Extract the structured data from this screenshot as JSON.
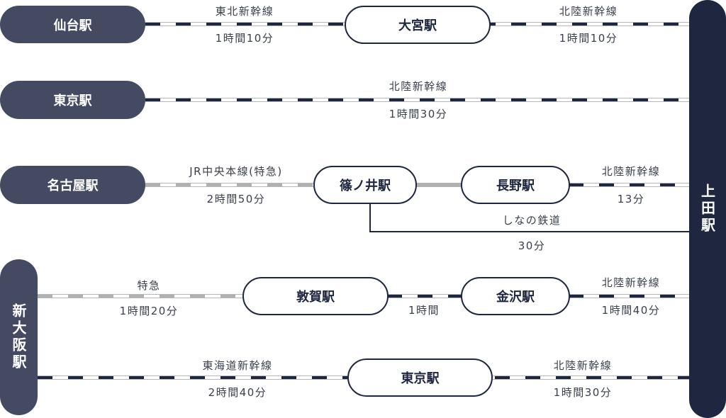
{
  "destination": "上田駅",
  "routes": [
    {
      "origin": "仙台駅",
      "via": "大宮駅",
      "seg1": {
        "line": "東北新幹線",
        "time": "1時間10分"
      },
      "seg2": {
        "line": "北陸新幹線",
        "time": "1時間10分"
      }
    },
    {
      "origin": "東京駅",
      "seg1": {
        "line": "北陸新幹線",
        "time": "1時間30分"
      }
    },
    {
      "origin": "名古屋駅",
      "via": "篠ノ井駅",
      "via2": "長野駅",
      "seg1": {
        "line": "JR中央本線(特急)",
        "time": "2時間50分"
      },
      "seg2": {
        "line": "北陸新幹線",
        "time": "13分"
      },
      "alt": {
        "line": "しなの鉄道",
        "time": "30分"
      }
    },
    {
      "origin": "新大阪駅",
      "via": "敦賀駅",
      "via2": "金沢駅",
      "seg1": {
        "line": "特急",
        "time": "1時間20分"
      },
      "mid": {
        "time": "1時間"
      },
      "seg2": {
        "line": "北陸新幹線",
        "time": "1時間40分"
      }
    },
    {
      "via": "東京駅",
      "seg1": {
        "line": "東海道新幹線",
        "time": "2時間40分"
      },
      "seg2": {
        "line": "北陸新幹線",
        "time": "1時間30分"
      }
    }
  ]
}
